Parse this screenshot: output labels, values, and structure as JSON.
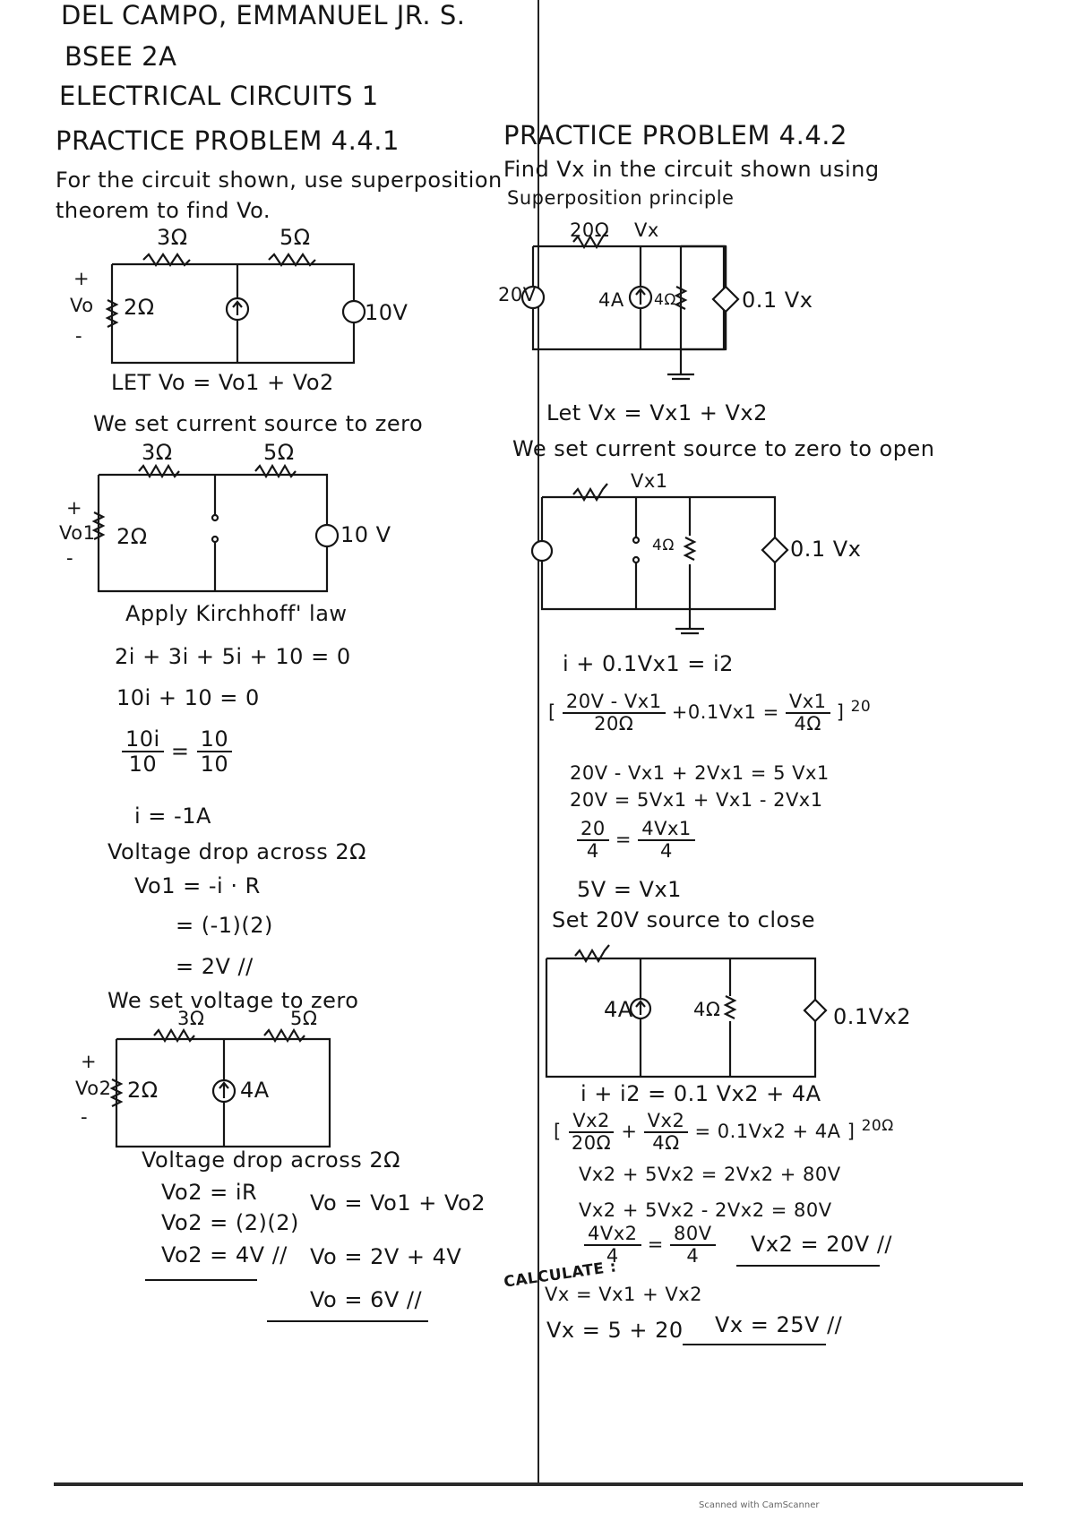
{
  "header": {
    "name": "DEL CAMPO, EMMANUEL JR. S.",
    "section": "BSEE 2A",
    "course": "ELECTRICAL CIRCUITS 1"
  },
  "left": {
    "title": "PRACTICE PROBLEM 4.4.1",
    "statement_1": "For the circuit shown, use superposition",
    "statement_2": "theorem to find Vo.",
    "c1": {
      "r1": "3Ω",
      "r2": "5Ω",
      "r3": "2Ω",
      "vo": "Vo",
      "plus": "+",
      "minus": "-",
      "vs": "10V"
    },
    "let": "LET  Vo = Vo1 + Vo2",
    "step1": "We set current source to zero",
    "c2": {
      "r1": "3Ω",
      "r2": "5Ω",
      "r3": "2Ω",
      "vo": "Vo1",
      "plus": "+",
      "minus": "-",
      "vs": "10 V"
    },
    "apply": "Apply Kirchhoff' law",
    "eq1": "2i + 3i + 5i + 10 = 0",
    "eq2": "10i + 10 = 0",
    "eq3_num_l": "10i",
    "eq3_den_l": "10",
    "eq3_eq": "=",
    "eq3_num_r": "10",
    "eq3_den_r": "10",
    "eq4": "i = -1A",
    "vdrop1": "Voltage drop across 2Ω",
    "eq5": "Vo1  = -i · R",
    "eq6": "= (-1)(2)",
    "eq7": "= 2V //",
    "step2": "We set voltage to zero",
    "c3": {
      "r1": "3Ω",
      "r2": "5Ω",
      "r3": "2Ω",
      "vo": "Vo2",
      "plus": "+",
      "minus": "-",
      "is": "4A"
    },
    "vdrop2": "Voltage drop across 2Ω",
    "eq8": "Vo2 = iR",
    "eq9": "Vo2 = (2)(2)",
    "eq10": "Vo2 = 4V //",
    "eq11": "Vo = Vo1 + Vo2",
    "eq12": "Vo = 2V + 4V",
    "eq13": "Vo = 6V //"
  },
  "right": {
    "title": "PRACTICE PROBLEM 4.4.2",
    "statement_1": "Find Vx in the circuit shown using",
    "statement_2": "Superposition principle",
    "c1": {
      "r1": "20Ω",
      "vx": "Vx",
      "vs": "20V",
      "is": "4A",
      "r2": "4Ω",
      "dep": "0.1 Vx"
    },
    "let": "Let  Vx = Vx1 + Vx2",
    "step1": "We set current source to zero to open",
    "c2": {
      "vx": "Vx1",
      "r2": "4Ω",
      "dep": "0.1 Vx"
    },
    "eq1": "i + 0.1Vx1 = i2",
    "eq2_num_a": "20V - Vx1",
    "eq2_den_a": "20Ω",
    "eq2_mid": "+0.1Vx1 =",
    "eq2_num_b": "Vx1",
    "eq2_den_b": "4Ω",
    "eq2_sup": "20",
    "eq3": "20V - Vx1 + 2Vx1 = 5 Vx1",
    "eq4": "20V = 5Vx1 + Vx1 - 2Vx1",
    "eq5_num_l": "20",
    "eq5_den_l": "4",
    "eq5_eq": "=",
    "eq5_num_r": "4Vx1",
    "eq5_den_r": "4",
    "eq6": "5V = Vx1",
    "step2": "Set 20V source to close",
    "c3": {
      "is": "4A",
      "r2": "4Ω",
      "dep": "0.1Vx2"
    },
    "eq7": "i + i2 = 0.1 Vx2 + 4A",
    "eq8_num_a": "Vx2",
    "eq8_den_a": "20Ω",
    "eq8_plus": "+",
    "eq8_num_b": "Vx2",
    "eq8_den_b": "4Ω",
    "eq8_rest": "= 0.1Vx2 + 4A",
    "eq8_sup": "20Ω",
    "eq9": "Vx2 + 5Vx2 = 2Vx2 + 80V",
    "eq10": "Vx2 + 5Vx2 - 2Vx2 = 80V",
    "eq11_num_l": "4Vx2",
    "eq11_den_l": "4",
    "eq11_eq": "=",
    "eq11_num_r": "80V",
    "eq11_den_r": "4",
    "eq12": "Vx2 = 20V //",
    "calc": "CALCULATE :",
    "eq13": "Vx = Vx1 + Vx2",
    "eq14": "Vx = 5 + 20",
    "eq15": "Vx = 25V //"
  },
  "footer": "Scanned with CamScanner"
}
